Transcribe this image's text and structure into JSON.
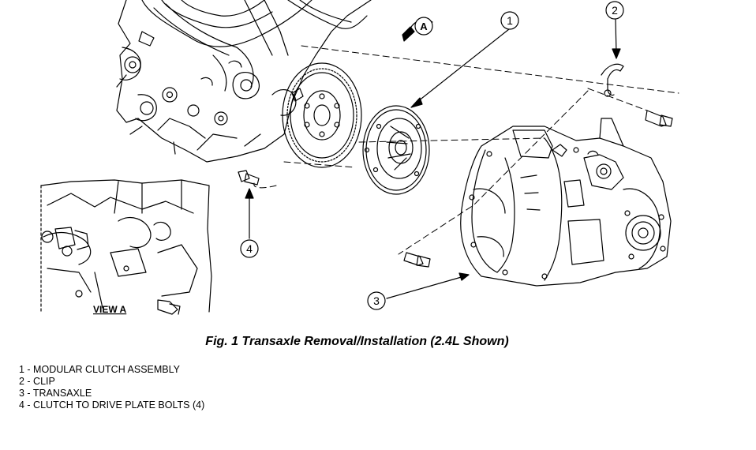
{
  "callouts": {
    "c1": "1",
    "c2": "2",
    "c3": "3",
    "c4": "4",
    "view_arrow": "A"
  },
  "view_a_label": "VIEW A",
  "caption": "Fig. 1 Transaxle Removal/Installation (2.4L Shown)",
  "legend": [
    {
      "number": "1",
      "text": "1 - MODULAR CLUTCH ASSEMBLY"
    },
    {
      "number": "2",
      "text": "2 - CLIP"
    },
    {
      "number": "3",
      "text": "3 - TRANSAXLE"
    },
    {
      "number": "4",
      "text": "4 - CLUTCH TO DRIVE PLATE BOLTS (4)"
    }
  ]
}
